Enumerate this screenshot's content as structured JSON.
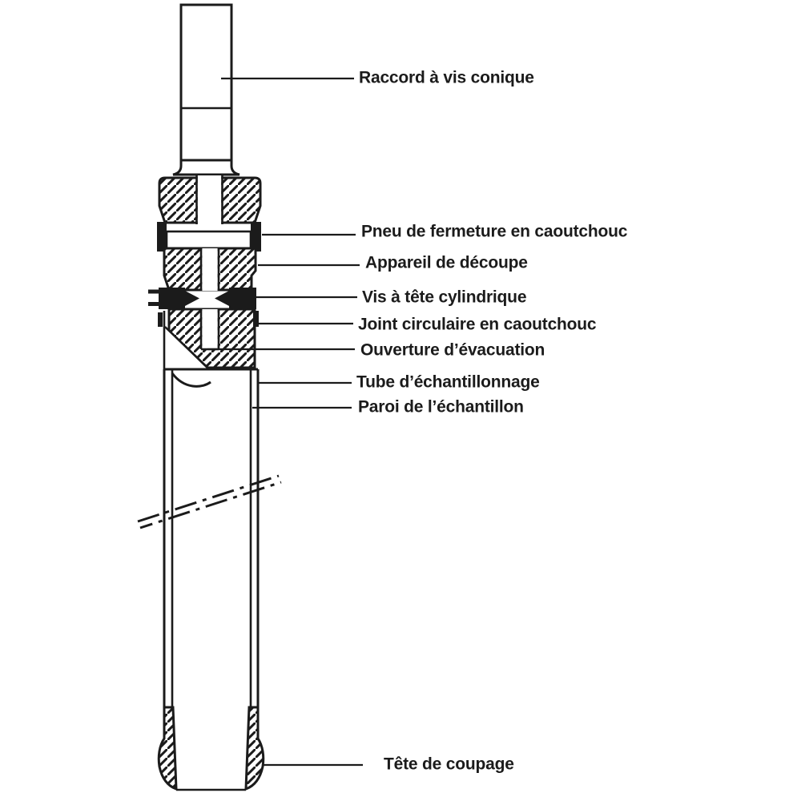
{
  "figure": {
    "type": "technical-diagram",
    "subject": "Tube échantillonneur (soil sampler) — coupe annotée"
  },
  "colors": {
    "ink": "#1b1b1b",
    "paper": "#ffffff"
  },
  "labels": {
    "raccord": "Raccord à vis conique",
    "pneu": "Pneu de fermeture en caoutchouc",
    "appareil": "Appareil de découpe",
    "vis": "Vis à tête cylindrique",
    "joint": "Joint circulaire en caoutchouc",
    "ouverture": "Ouverture d’évacuation",
    "tube": "Tube d’échantillonnage",
    "paroi": "Paroi de l’échantillon",
    "tete": "Tête de coupage"
  }
}
